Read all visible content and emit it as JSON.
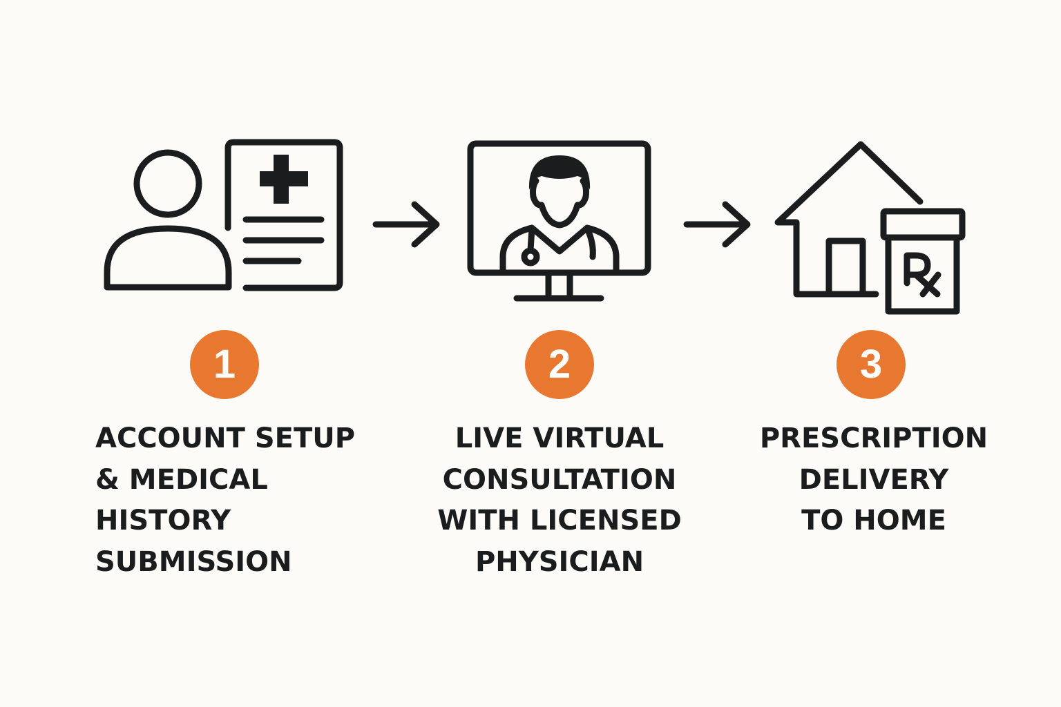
{
  "colors": {
    "badge": "#e8782f",
    "ink": "#1a1c1d",
    "background": "#fcfbf8"
  },
  "steps": [
    {
      "number": "1",
      "icon": "patient-medical-record-icon",
      "label_lines": [
        "ACCOUNT SETUP",
        "& MEDICAL",
        "HISTORY",
        "SUBMISSION"
      ]
    },
    {
      "number": "2",
      "icon": "virtual-doctor-monitor-icon",
      "label_lines": [
        "LIVE VIRTUAL",
        "CONSULTATION",
        "WITH LICENSED",
        "PHYSICIAN"
      ]
    },
    {
      "number": "3",
      "icon": "home-prescription-delivery-icon",
      "label_lines": [
        "PRESCRIPTION",
        "DELIVERY",
        "TO HOME"
      ]
    }
  ],
  "arrows": [
    "arrow-right-icon",
    "arrow-right-icon"
  ],
  "rx_text": "R"
}
